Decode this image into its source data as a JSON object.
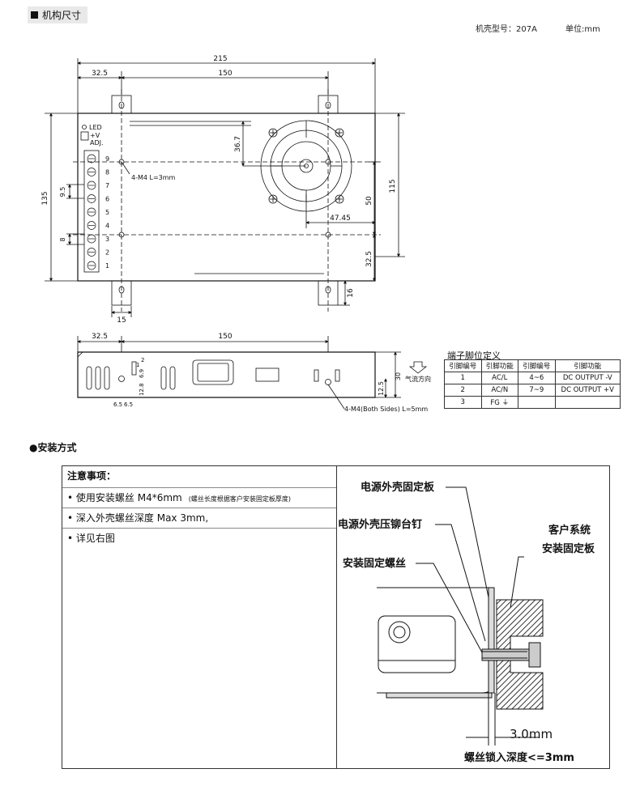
{
  "header": {
    "section_title": "机构尺寸",
    "case_model": "机壳型号：207A",
    "unit": "单位:mm"
  },
  "top_view": {
    "dims": {
      "overall_width": "215",
      "left_offset": "32.5",
      "hole_spacing": "150",
      "height": "135",
      "inner_height": "115",
      "fan_offset": "36.7",
      "fan_vertical": "50",
      "fan_horizontal": "47.45",
      "bottom_offset": "32.5",
      "tab_width": "15",
      "tab_height": "16",
      "terminal_pitch": "9.5",
      "terminal_gap": "8"
    },
    "led_label": "LED",
    "adj_labels": [
      "+V",
      "ADJ."
    ],
    "screw_note": "4-M4 L=3mm",
    "terminal_numbers": [
      "9",
      "8",
      "7",
      "6",
      "5",
      "4",
      "3",
      "2",
      "1"
    ]
  },
  "side_view": {
    "dims": {
      "left_offset": "32.5",
      "hole_spacing": "150",
      "height": "30",
      "hole_height": "12.5",
      "slot_a": "2",
      "slot_b": "1",
      "slot_c": "6.9",
      "slot_d": "12.8",
      "pitch_a": "6.5",
      "pitch_b": "6.5"
    },
    "screw_note": "4-M4(Both Sides) L=5mm",
    "airflow_label": "气流方向",
    "airflow_icon": "arrow-down-icon"
  },
  "pin_table": {
    "title": "端子脚位定义",
    "headers": [
      "引脚编号",
      "引脚功能",
      "引脚编号",
      "引脚功能"
    ],
    "rows": [
      [
        "1",
        "AC/L",
        "4~6",
        "DC OUTPUT -V"
      ],
      [
        "2",
        "AC/N",
        "7~9",
        "DC OUTPUT +V"
      ],
      [
        "3",
        "FG ⏚",
        "",
        ""
      ]
    ]
  },
  "install": {
    "section_title": "安装方式",
    "notes_header": "注意事项：",
    "notes": [
      {
        "text": "使用安装螺丝  M4*6mm",
        "small": "(螺丝长度根据客户安装固定板厚度)"
      },
      {
        "text": "深入外壳螺丝深度  Max 3mm,",
        "small": ""
      },
      {
        "text": "详见右图",
        "small": ""
      }
    ],
    "diagram_labels": {
      "panel": "电源外壳固定板",
      "rivet": "电源外壳压铆台钉",
      "customer_1": "客户系统",
      "customer_2": "安装固定板",
      "screw": "安装固定螺丝",
      "depth_value": "3.0mm",
      "depth_note": "螺丝锁入深度<=3mm"
    }
  }
}
